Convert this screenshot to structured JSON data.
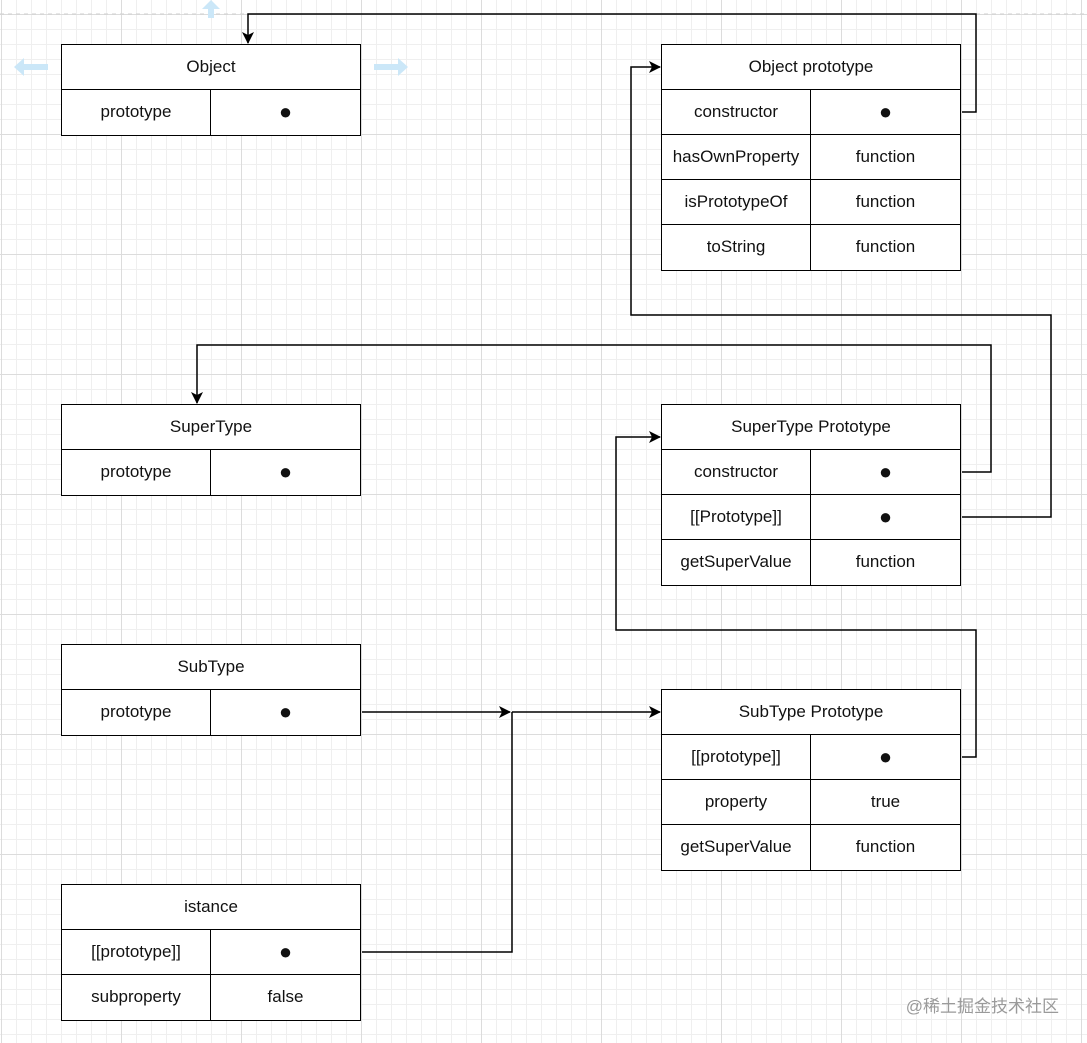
{
  "colors": {
    "line": "#000000",
    "grid": "#dcdcdc",
    "hint": "#c9e6f7",
    "watermark": "#9a9a9a"
  },
  "watermark": "@稀土掘金技术社区",
  "boxes": [
    {
      "id": "object",
      "title": "Object",
      "rows": [
        {
          "key": "prototype",
          "value": "●"
        }
      ]
    },
    {
      "id": "object-prototype",
      "title": "Object prototype",
      "rows": [
        {
          "key": "constructor",
          "value": "●"
        },
        {
          "key": "hasOwnProperty",
          "value": "function"
        },
        {
          "key": "isPrototypeOf",
          "value": "function"
        },
        {
          "key": "toString",
          "value": "function"
        }
      ]
    },
    {
      "id": "supertype",
      "title": "SuperType",
      "rows": [
        {
          "key": "prototype",
          "value": "●"
        }
      ]
    },
    {
      "id": "supertype-prototype",
      "title": "SuperType Prototype",
      "rows": [
        {
          "key": "constructor",
          "value": "●"
        },
        {
          "key": "[[Prototype]]",
          "value": "●"
        },
        {
          "key": "getSuperValue",
          "value": "function"
        }
      ]
    },
    {
      "id": "subtype",
      "title": "SubType",
      "rows": [
        {
          "key": "prototype",
          "value": "●"
        }
      ]
    },
    {
      "id": "subtype-prototype",
      "title": "SubType Prototype",
      "rows": [
        {
          "key": "[[prototype]]",
          "value": "●"
        },
        {
          "key": "property",
          "value": "true"
        },
        {
          "key": "getSuperValue",
          "value": "function"
        }
      ]
    },
    {
      "id": "instance",
      "title": "istance",
      "rows": [
        {
          "key": "[[prototype]]",
          "value": "●"
        },
        {
          "key": "subproperty",
          "value": "false"
        }
      ]
    }
  ]
}
